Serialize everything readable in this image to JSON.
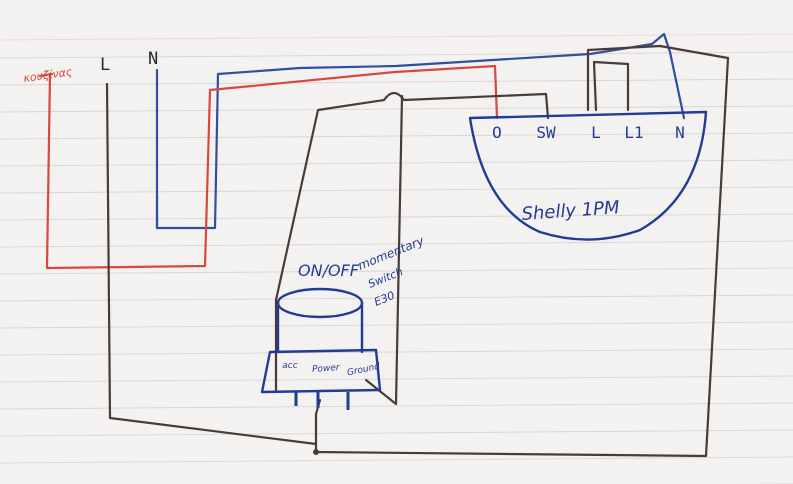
{
  "source_labels": {
    "red_wire": "κουζίνας",
    "line": "L",
    "neutral": "N"
  },
  "shelly": {
    "name": "Shelly 1PM",
    "terminals": [
      "O",
      "SW",
      "L",
      "L1",
      "N"
    ]
  },
  "switch": {
    "mode": "ON/OFF",
    "type_lines": [
      "momentary",
      "Switch",
      "E30"
    ],
    "pins": [
      "acc",
      "Power",
      "Ground"
    ]
  },
  "colors": {
    "paper": "#f4f2f1",
    "rule_line": "#d9d6d6",
    "margin_line": "#e6c9c9",
    "blue_wire": "#2f4fa3",
    "red_wire": "#d9473f",
    "brown_wire": "#4a3b35",
    "ink": "#233b94"
  }
}
